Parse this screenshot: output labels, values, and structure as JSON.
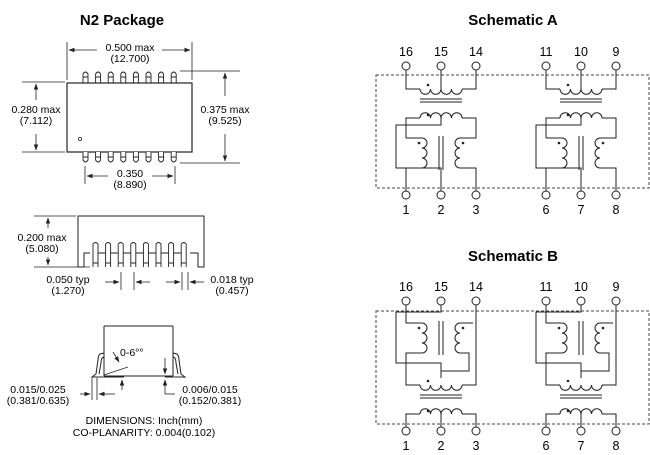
{
  "package": {
    "title": "N2 Package",
    "top_view": {
      "width_dim": [
        "0.500 max",
        "(12.700)"
      ],
      "body_height_dim": [
        "0.280 max",
        "(7.112)"
      ],
      "overall_height_dim": [
        "0.375 max",
        "(9.525)"
      ],
      "pin_span_dim": [
        "0.350",
        "(8.890)"
      ],
      "pins_per_side": 8
    },
    "side_view": {
      "height_dim": [
        "0.200 max",
        "(5.080)"
      ],
      "pitch_dim": [
        "0.050 typ",
        "(1.270)"
      ],
      "lead_width_dim": [
        "0.018 typ",
        "(0.457)"
      ]
    },
    "end_view": {
      "angle_label": "0-6°°",
      "lead_dim": [
        "0.015/0.025",
        "(0.381/0.635)"
      ],
      "standoff_dim": [
        "0.006/0.015",
        "(0.152/0.381)"
      ]
    },
    "notes": [
      "DIMENSIONS: Inch(mm)",
      "CO-PLANARITY: 0.004(0.102)"
    ]
  },
  "schematics": [
    {
      "title": "Schematic A",
      "top_pins": [
        "16",
        "15",
        "14",
        "11",
        "10",
        "9"
      ],
      "bottom_pins": [
        "1",
        "2",
        "3",
        "6",
        "7",
        "8"
      ]
    },
    {
      "title": "Schematic B",
      "top_pins": [
        "16",
        "15",
        "14",
        "11",
        "10",
        "9"
      ],
      "bottom_pins": [
        "1",
        "2",
        "3",
        "6",
        "7",
        "8"
      ]
    }
  ]
}
